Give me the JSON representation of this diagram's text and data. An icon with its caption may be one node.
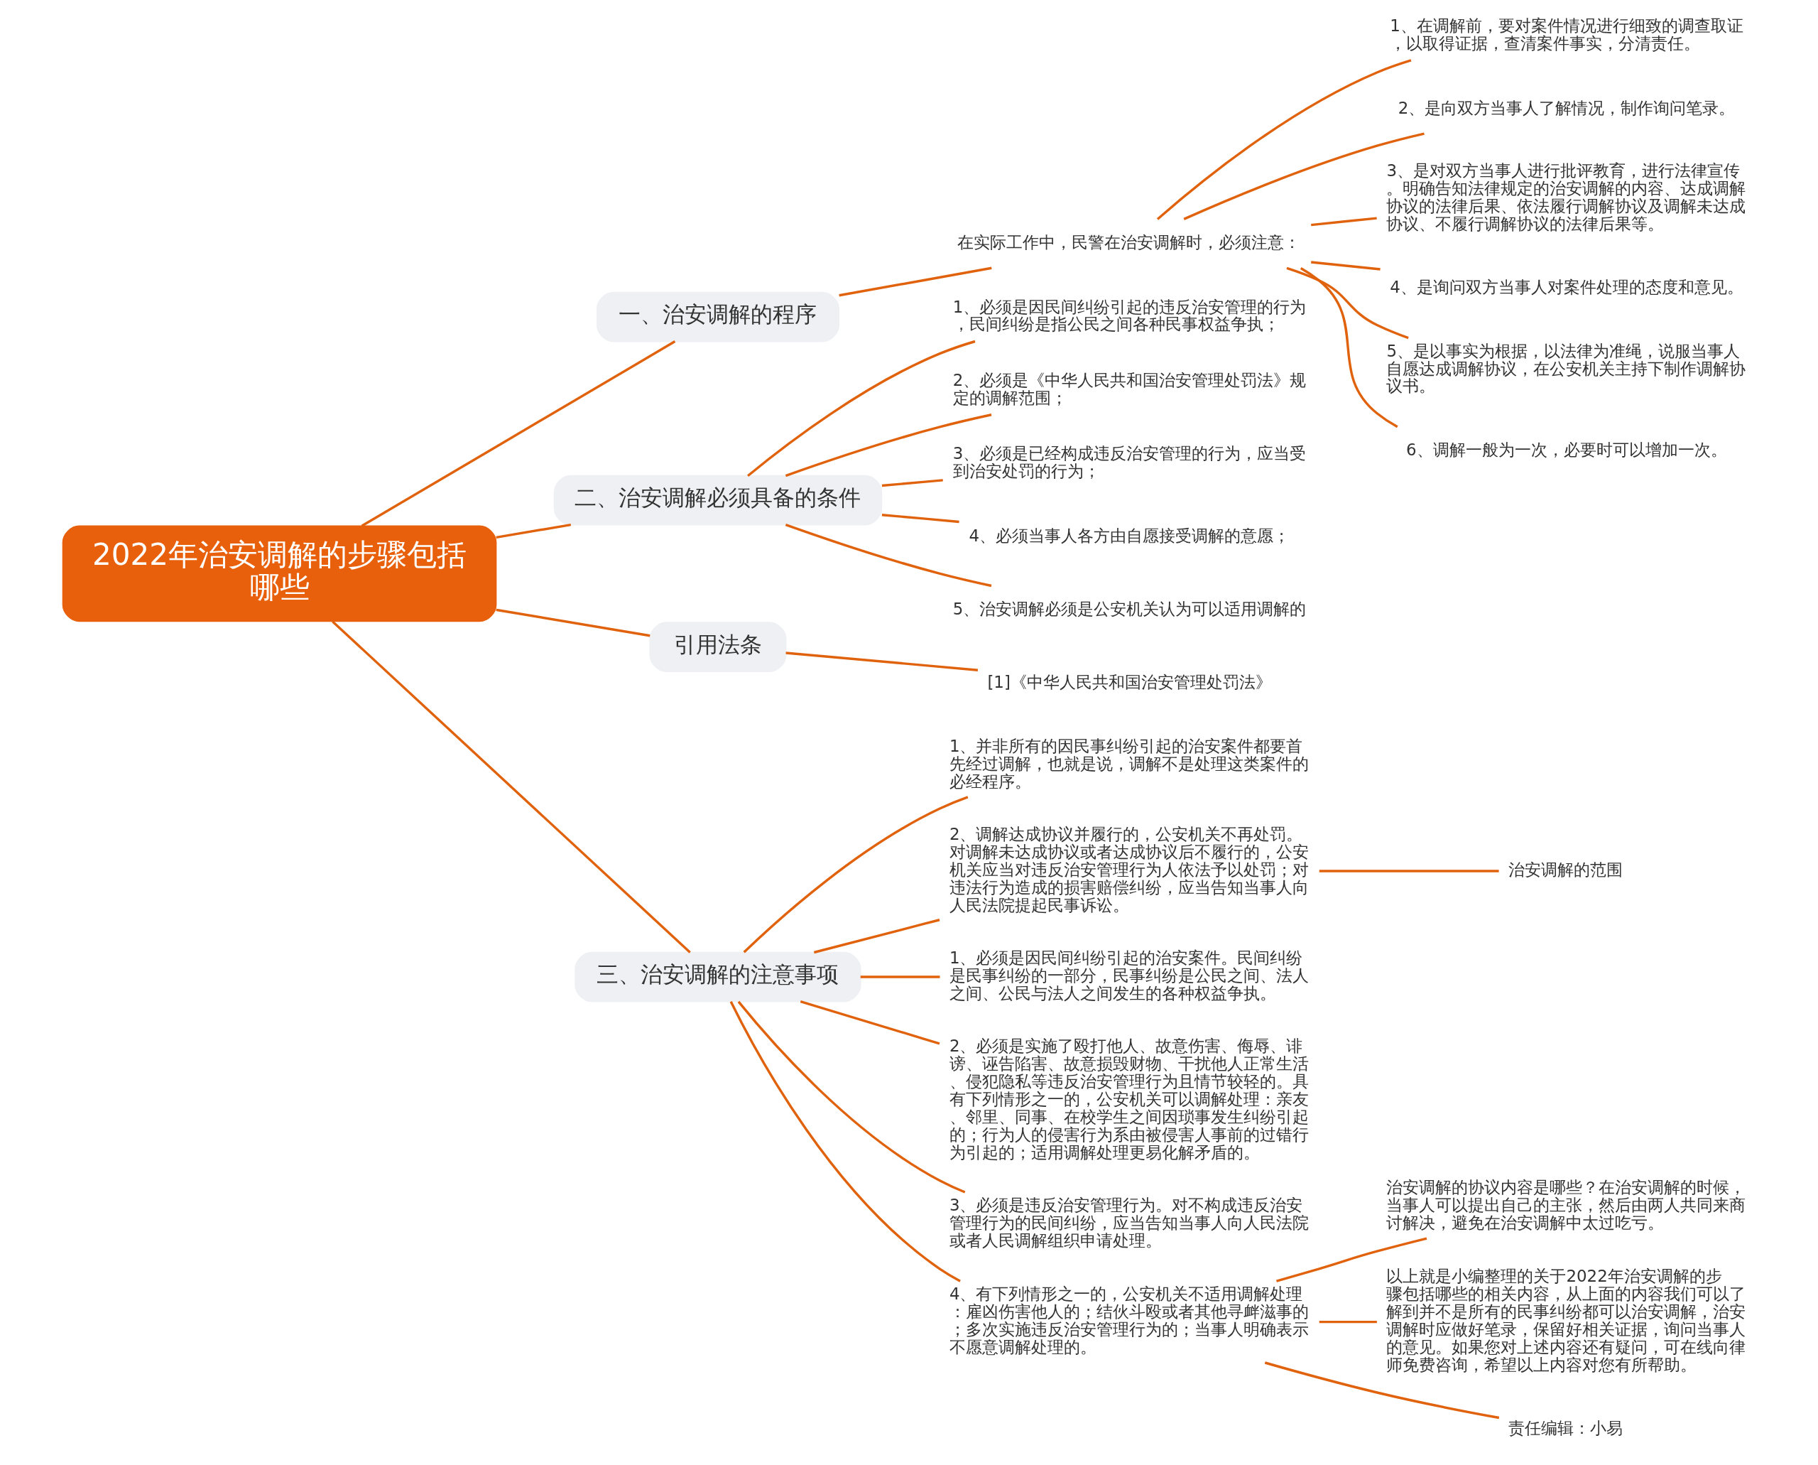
{
  "diagram": {
    "nodes": [
      {
        "text": [
          "2022年治安调解的步骤包括哪些"
        ]
      },
      {
        "text": [
          "一、治安调解的程序"
        ]
      },
      {
        "text": [
          "在实际工作中，民警在治安调解时，必须注意："
        ]
      },
      {
        "text": [
          "1、在调解前，要对案件情况进行细致的调查取证，以取得证据，查清案件事实，分清责任。"
        ]
      },
      {
        "text": [
          "2、是向双方当事人了解情况，制作询问笔录。"
        ]
      },
      {
        "text": [
          "3、是对双方当事人进行批评教育，进行法律宣传。明确告知法律规定的治安调解的内容、达成调解协议的法律后果、依法履行调解协议及调解未达成协议、不履行调解协议的法律后果等。"
        ]
      },
      {
        "text": [
          "4、是询问双方当事人对案件处理的态度和意见。"
        ]
      },
      {
        "text": [
          "5、是以事实为根据，以法律为准绳，说服当事人自愿达成调解协议，在公安机关主持下制作调解协议书。"
        ]
      },
      {
        "text": [
          "6、调解一般为一次，必要时可以增加一次。"
        ]
      },
      {
        "text": [
          "二、治安调解必须具备的条件"
        ]
      },
      {
        "text": [
          "1、必须是因民间纠纷引起的违反治安管理的行为，民间纠纷是指公民之间各种民事权益争执；"
        ]
      },
      {
        "text": [
          "2、必须是《中华人民共和国治安管理处罚法》规定的调解范围；"
        ]
      },
      {
        "text": [
          "3、必须是已经构成违反治安管理的行为，应当受到治安处罚的行为；"
        ]
      },
      {
        "text": [
          "4、必须当事人各方由自愿接受调解的意愿；"
        ]
      },
      {
        "text": [
          "5、治安调解必须是公安机关认为可以适用调解的"
        ]
      },
      {
        "text": [
          "引用法条"
        ]
      },
      {
        "text": [
          "[1]《中华人民共和国治安管理处罚法》"
        ]
      },
      {
        "text": [
          "三、治安调解的注意事项"
        ]
      },
      {
        "text": [
          "1、并非所有的因民事纠纷引起的治安案件都要首先经过调解，也就是说，调解不是处理这类案件的必经程序。"
        ]
      },
      {
        "text": [
          "2、调解达成协议并履行的，公安机关不再处罚。对调解未达成协议或者达成协议后不履行的，公安机关应当对违反治安管理行为人依法予以处罚；对违法行为造成的损害赔偿纠纷，应当告知当事人向人民法院提起民事诉讼。"
        ]
      },
      {
        "text": [
          "治安调解的范围"
        ]
      },
      {
        "text": [
          "1、必须是因民间纠纷引起的治安案件。民间纠纷是民事纠纷的一部分，民事纠纷是公民之间、法人之间、公民与法人之间发生的各种权益争执。"
        ]
      },
      {
        "text": [
          "2、必须是实施了殴打他人、故意伤害、侮辱、诽谤、诬告陷害、故意损毁财物、干扰他人正常生活、侵犯隐私等违反治安管理行为且情节较轻的。具有下列情形之一的，公安机关可以调解处理：亲友、邻里、同事、在校学生之间因琐事发生纠纷引起的；行为人的侵害行为系由被侵害人事前的过错行为引起的；适用调解处理更易化解矛盾的。"
        ]
      },
      {
        "text": [
          "3、必须是违反治安管理行为。对不构成违反治安管理行为的民间纠纷，应当告知当事人向人民法院或者人民调解组织申请处理。"
        ]
      },
      {
        "text": [
          "4、有下列情形之一的，公安机关不适用调解处理：雇凶伤害他人的；结伙斗殴或者其他寻衅滋事的；多次实施违反治安管理行为的；当事人明确表示不愿意调解处理的。"
        ]
      },
      {
        "text": [
          "治安调解的协议内容是哪些？在治安调解的时候，当事人可以提出自己的主张，然后由两人共同来商讨解决，避免在治安调解中太过吃亏。"
        ]
      },
      {
        "text": [
          "以上就是小编整理的关于2022年治安调解的步骤包括哪些的相关内容，从上面的内容我们可以了解到并不是所有的民事纠纷都可以治安调解，治安调解时应做好笔录，保留好相关证据，询问当事人的意见。如果您对上述内容还有疑问，可在线向律师免费咨询，希望以上内容对您有所帮助。"
        ]
      },
      {
        "text": [
          "责任编辑：小易"
        ]
      }
    ],
    "edges": [
      {
        "from": 0,
        "to": 1,
        "arrow": "none"
      },
      {
        "from": 1,
        "to": 2,
        "arrow": "none"
      },
      {
        "from": 2,
        "to": 3,
        "arrow": "none"
      },
      {
        "from": 2,
        "to": 4,
        "arrow": "none"
      },
      {
        "from": 2,
        "to": 5,
        "arrow": "none"
      },
      {
        "from": 2,
        "to": 6,
        "arrow": "none"
      },
      {
        "from": 2,
        "to": 7,
        "arrow": "none"
      },
      {
        "from": 2,
        "to": 8,
        "arrow": "none"
      },
      {
        "from": 0,
        "to": 9,
        "arrow": "none"
      },
      {
        "from": 9,
        "to": 10,
        "arrow": "none"
      },
      {
        "from": 9,
        "to": 11,
        "arrow": "none"
      },
      {
        "from": 9,
        "to": 12,
        "arrow": "none"
      },
      {
        "from": 9,
        "to": 13,
        "arrow": "none"
      },
      {
        "from": 9,
        "to": 14,
        "arrow": "none"
      },
      {
        "from": 0,
        "to": 15,
        "arrow": "none"
      },
      {
        "from": 15,
        "to": 16,
        "arrow": "none"
      },
      {
        "from": 0,
        "to": 17,
        "arrow": "none"
      },
      {
        "from": 17,
        "to": 18,
        "arrow": "none"
      },
      {
        "from": 17,
        "to": 19,
        "arrow": "none"
      },
      {
        "from": 19,
        "to": 20,
        "arrow": "none"
      },
      {
        "from": 17,
        "to": 21,
        "arrow": "none"
      },
      {
        "from": 17,
        "to": 22,
        "arrow": "none"
      },
      {
        "from": 17,
        "to": 23,
        "arrow": "none"
      },
      {
        "from": 17,
        "to": 24,
        "arrow": "none"
      },
      {
        "from": 24,
        "to": 25,
        "arrow": "none"
      },
      {
        "from": 24,
        "to": 26,
        "arrow": "none"
      },
      {
        "from": 24,
        "to": 27,
        "arrow": "none"
      }
    ]
  }
}
